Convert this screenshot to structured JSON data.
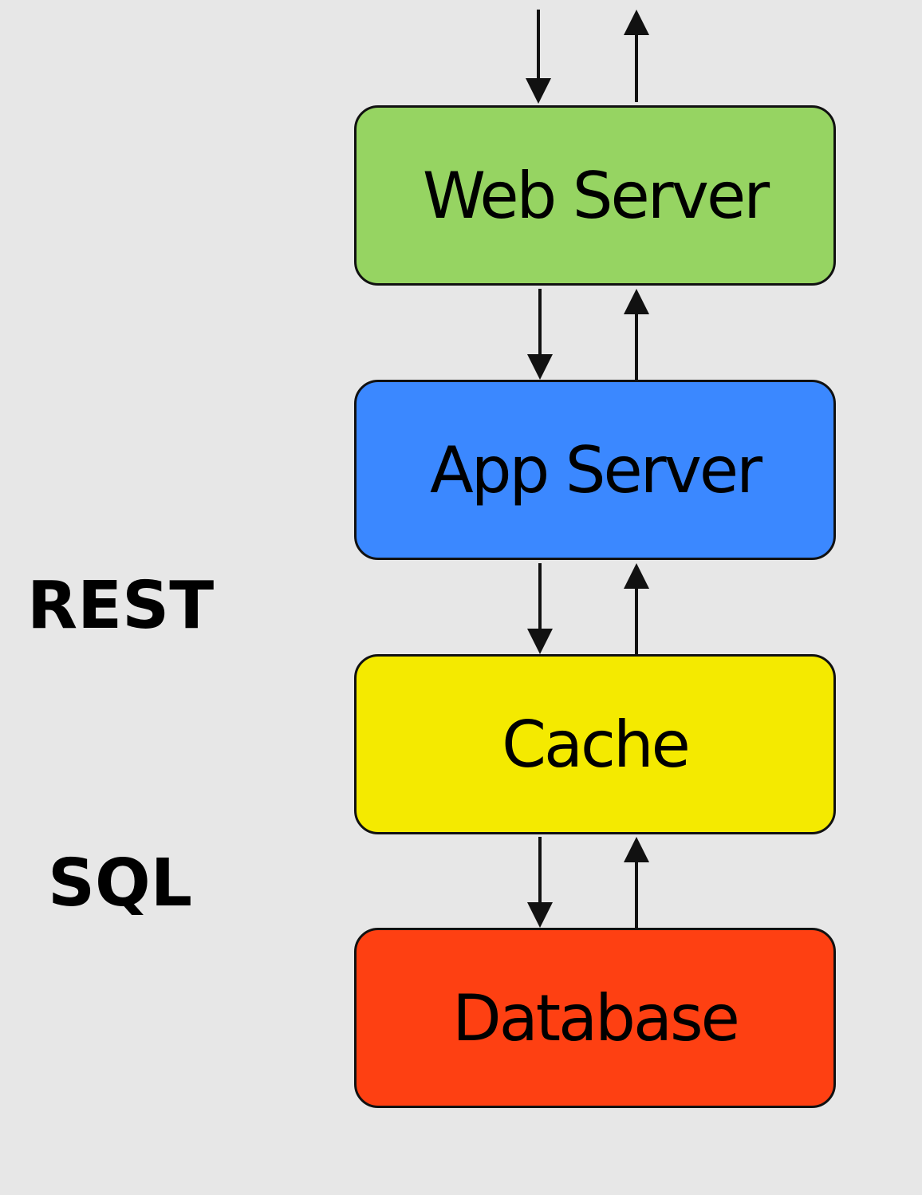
{
  "nodes": {
    "web_server": {
      "label": "Web Server",
      "color": "#96d462"
    },
    "app_server": {
      "label": "App Server",
      "color": "#3b88ff"
    },
    "cache": {
      "label": "Cache",
      "color": "#f4ea00"
    },
    "database": {
      "label": "Database",
      "color": "#fe4012"
    }
  },
  "side_labels": {
    "rest": "REST",
    "sql": "SQL"
  },
  "colors": {
    "background": "#e7e7e7",
    "stroke": "#111111"
  }
}
